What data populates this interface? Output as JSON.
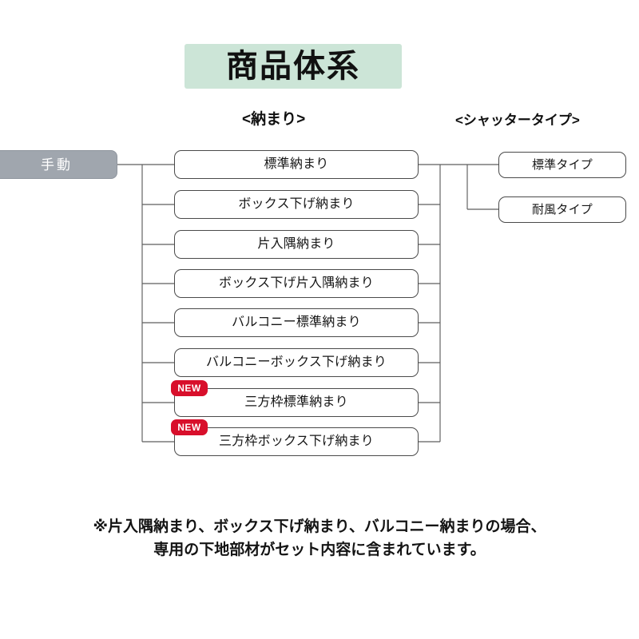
{
  "title": {
    "text": "商品体系"
  },
  "headers": {
    "osamari": "<納まり>",
    "shutter": "<シャッタータイプ>"
  },
  "root": {
    "label": "手動"
  },
  "osamari_nodes": [
    {
      "label": "標準納まり",
      "badge": null
    },
    {
      "label": "ボックス下げ納まり",
      "badge": null
    },
    {
      "label": "片入隅納まり",
      "badge": null
    },
    {
      "label": "ボックス下げ片入隅納まり",
      "badge": null
    },
    {
      "label": "バルコニー標準納まり",
      "badge": null
    },
    {
      "label": "バルコニーボックス下げ納まり",
      "badge": null
    },
    {
      "label": "三方枠標準納まり",
      "badge": "NEW"
    },
    {
      "label": "三方枠ボックス下げ納まり",
      "badge": "NEW"
    }
  ],
  "shutter_nodes": [
    {
      "label": "標準タイプ"
    },
    {
      "label": "耐風タイプ"
    }
  ],
  "footnote": {
    "line1": "※片入隅納まり、ボックス下げ納まり、バルコニー納まりの場合、",
    "line2": "専用の下地部材がセット内容に含まれています。"
  },
  "colors": {
    "title_background": "#cce5d7",
    "root_node": "#a0a6ae",
    "badge_red": "#d80f2b",
    "connector": "#5d5d5d",
    "box_border": "#4a4a4a",
    "page_background": "#ffffff"
  }
}
